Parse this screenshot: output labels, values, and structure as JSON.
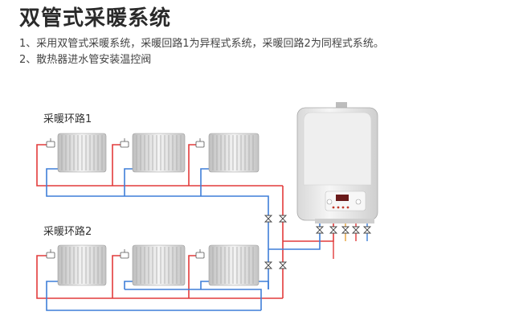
{
  "heading": {
    "title": "双管式采暖系统"
  },
  "notes": [
    "1、采用双管式采暖系统，采暖回路1为异程式系统，采暖回路2为同程式系统。",
    "2、散热器进水管安装温控阀"
  ],
  "loops": [
    {
      "label": "采暖环路1"
    },
    {
      "label": "采暖环路2"
    }
  ],
  "colors": {
    "supply": "#e23b3b",
    "return": "#3f7fd8",
    "radiator": "#dcdcdc",
    "boiler": "#ececec"
  }
}
